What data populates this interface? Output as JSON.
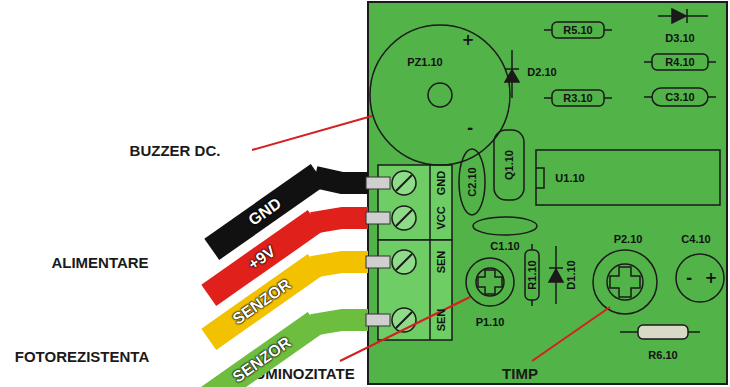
{
  "diagram": {
    "nodes": [
      {
        "text": [
          "GND"
        ]
      },
      {
        "text": [
          "+9V"
        ]
      },
      {
        "text": [
          "SENZOR"
        ]
      },
      {
        "text": [
          "SENZOR"
        ]
      }
    ],
    "labels": [
      "PZ1.10",
      "+",
      "-",
      "R5.10",
      "D3.10",
      "R4.10",
      "D2.10",
      "R3.10",
      "C3.10",
      "BUZZER DC.",
      "Q1.10",
      "U1.10",
      "GND",
      "VCC",
      "C2.10",
      "C1.10",
      "ALIMENTARE",
      "SEN",
      "SEN",
      "P2.10",
      "C4.10",
      "-",
      "+",
      "R1.10",
      "D1.10",
      "P1.10",
      "R6.10",
      "FOTOREZISTENTA",
      "LUMINOZITATE",
      "TIMP"
    ]
  }
}
